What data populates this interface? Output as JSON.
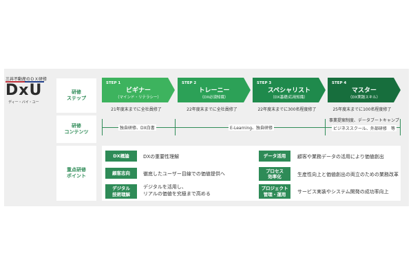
{
  "logo": {
    "subtitle": "三井不動産のＤＸ研修",
    "title": "DxU",
    "kana": "ディー・バイ・ユー"
  },
  "rows": {
    "steps_label": "研修\nステップ",
    "contents_label": "研修\nコンテンツ",
    "points_label": "重点研修\nポイント"
  },
  "steps": [
    {
      "tag": "STEP 1",
      "name": "ビギナー",
      "sub": "（マインド・リテラシー）",
      "note": "21年度末までに全社員修了",
      "color": "#3db35e"
    },
    {
      "tag": "STEP 2",
      "name": "トレーニー",
      "sub": "（DX必須知識）",
      "note": "22年度末までに全社員修了",
      "color": "#2ca157"
    },
    {
      "tag": "STEP 3",
      "name": "スペシャリスト",
      "sub": "（DX基礎/応用知識）",
      "note": "22年度末までに300名程度修了",
      "color": "#1f8a4c"
    },
    {
      "tag": "STEP 4",
      "name": "マスター",
      "sub": "（DX実践スキル）",
      "note": "25年度末までに100名程度修了",
      "color": "#176e3d"
    }
  ],
  "contents": {
    "c1": "独自研修、DX白書",
    "c2": "E-Learning、独自研修",
    "c3_line1": "事業提案制度、データブートキャンプ",
    "c3_line2": "ビジネススクール、外部研修　等"
  },
  "points": [
    {
      "tag": "DX概論",
      "desc": "DXの重要性理解"
    },
    {
      "tag": "顧客志向",
      "desc": "徹底したユーザー目線での価値提供へ"
    },
    {
      "tag": "デジタル\n技術理解",
      "desc": "デジタルを活用し、\nリアルの価値を究極まで高める"
    },
    {
      "tag": "データ活用",
      "desc": "顧客や業務データの活用により価値創出"
    },
    {
      "tag": "プロセス\n効率化",
      "desc": "生産性向上と価値創出の両立のための業務改革"
    },
    {
      "tag": "プロジェクト\n管理・運用",
      "desc": "サービス実装やシステム開発の成功率向上"
    }
  ]
}
